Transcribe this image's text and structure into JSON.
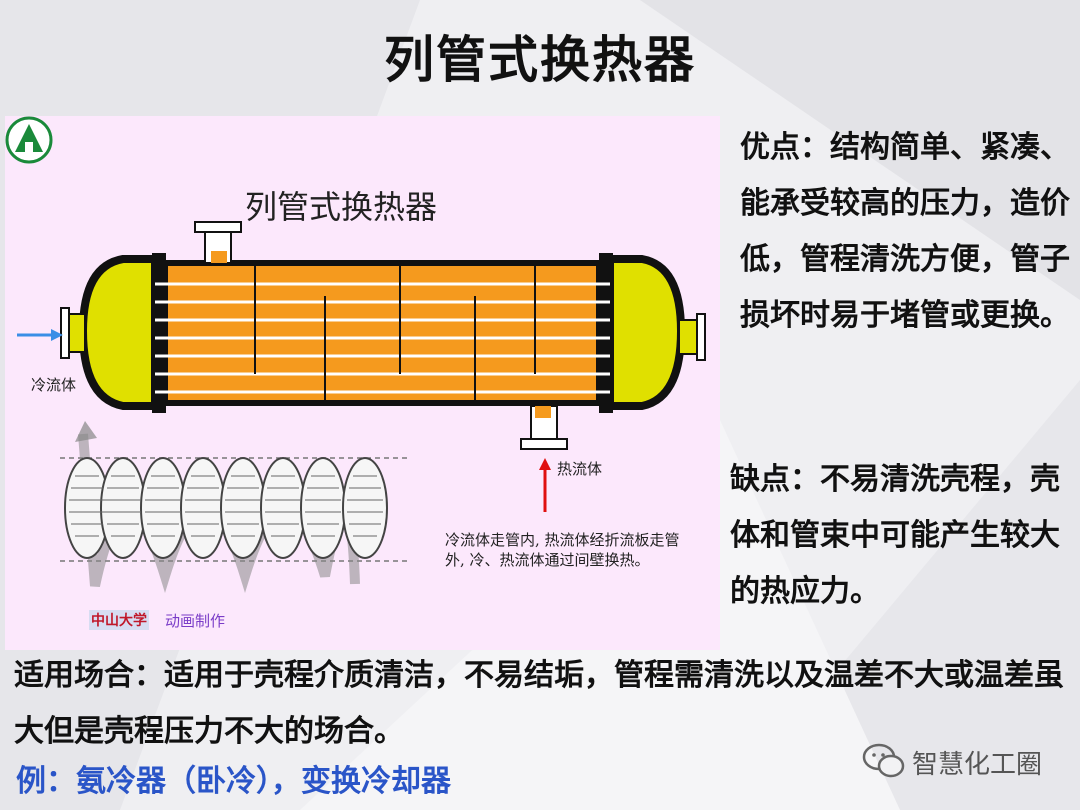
{
  "slide": {
    "title": "列管式换热器"
  },
  "figure": {
    "title": "列管式换热器",
    "cold_fluid_label": "冷流体",
    "hot_fluid_label": "热流体",
    "description": "冷流体走管内, 热流体经折流板走管外, 冷、热流体通过间壁换热。",
    "school_name": "中山大学",
    "credit": "动画制作"
  },
  "advantages": {
    "text": "优点：结构简单、紧凑、能承受较高的压力，造价低，管程清洗方便，管子损坏时易于堵管或更换。"
  },
  "disadvantages": {
    "text": "缺点：不易清洗壳程，壳体和管束中可能产生较大的热应力。"
  },
  "application": {
    "text": "适用场合：适用于壳程介质清洁，不易结垢，管程需清洗以及温差不大或温差虽大但是壳程压力不大的场合。"
  },
  "example": {
    "text": "例：氨冷器（卧冷），变换冷却器"
  },
  "watermark": {
    "text": "智慧化工圈"
  },
  "colors": {
    "shell": "#111111",
    "tubes_fill": "#f59a1e",
    "head_fill": "#e0e000",
    "cold_arrow": "#3a8ee6",
    "hot_arrow": "#e01010",
    "example_text": "#2a55c8"
  }
}
